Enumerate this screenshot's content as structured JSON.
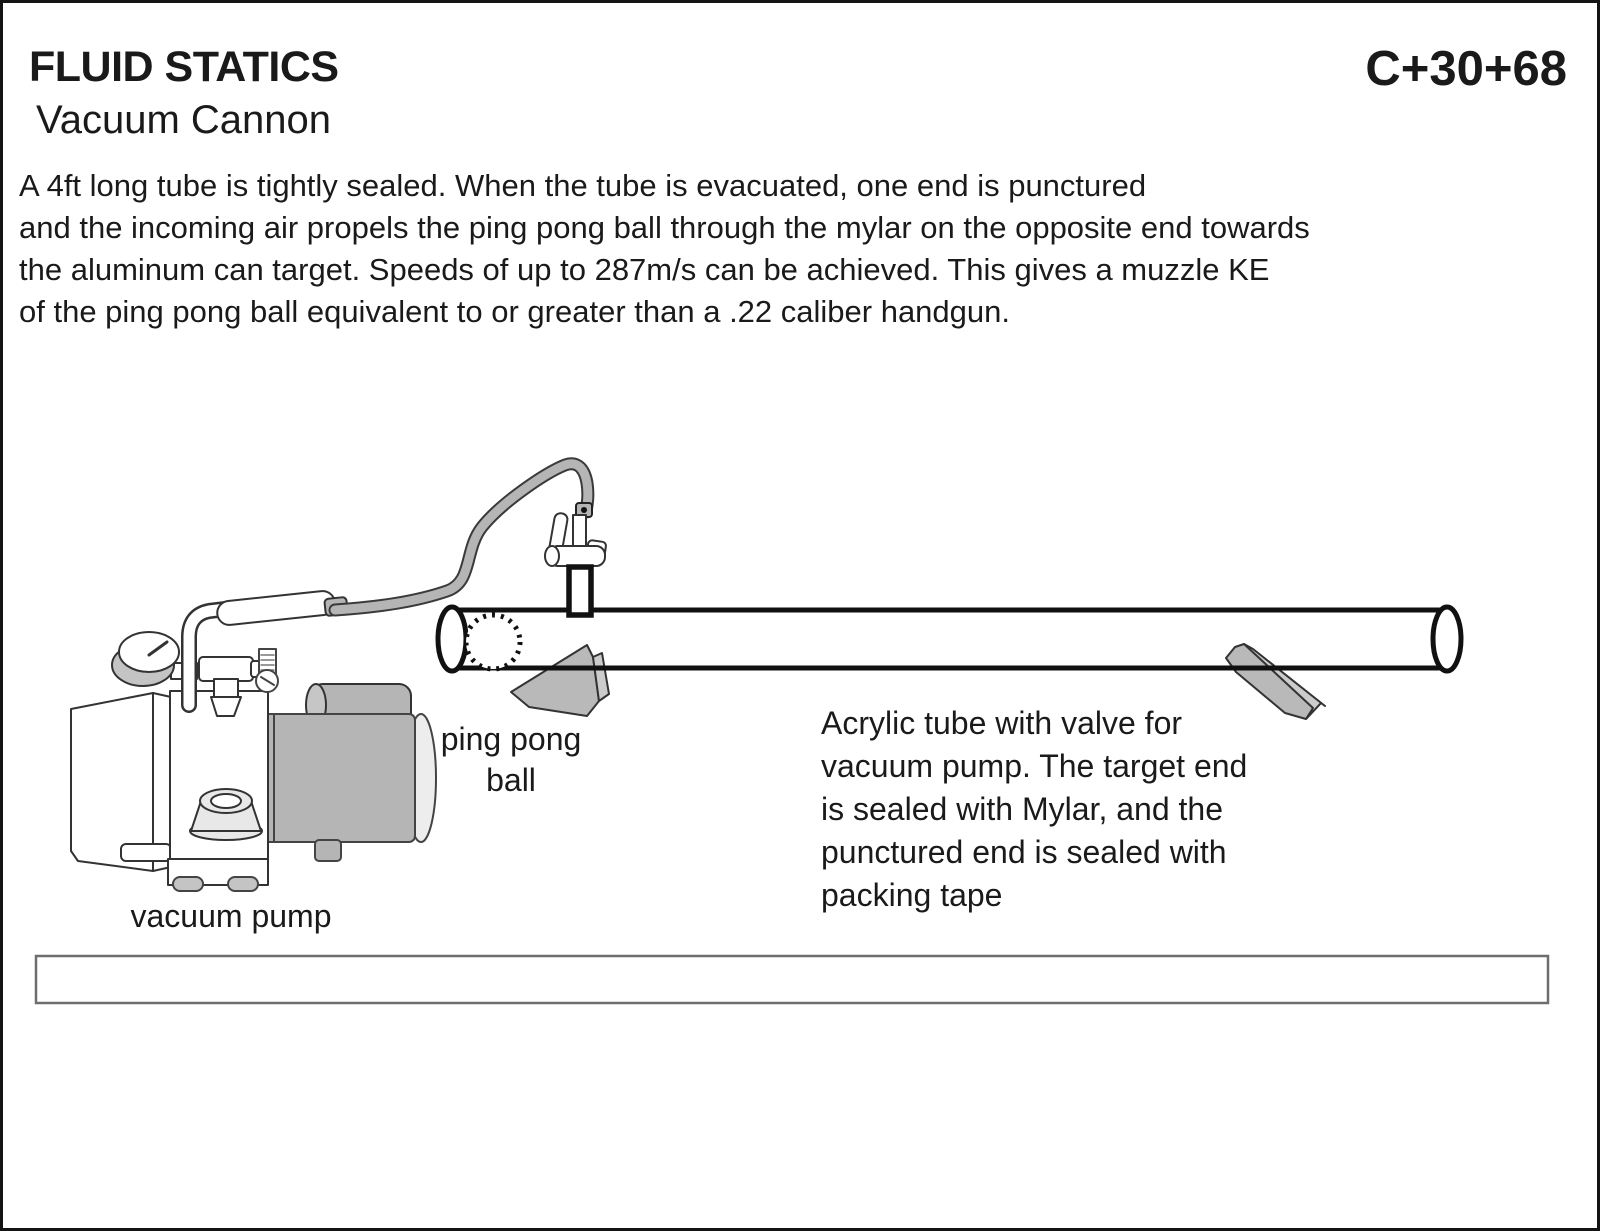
{
  "page": {
    "category": "FLUID STATICS",
    "title": "Vacuum Cannon",
    "code": "C+30+68",
    "description": "A 4ft long tube is tightly sealed. When the tube is evacuated, one end is punctured\nand the incoming air propels the ping pong ball through the mylar on the opposite end towards\nthe aluminum can target. Speeds of up to 287m/s can be achieved. This gives a muzzle KE\nof the ping pong ball equivalent to or greater than a .22 caliber handgun."
  },
  "diagram": {
    "labels": {
      "ping_pong_ball": "ping pong\nball",
      "acrylic_tube": "Acrylic tube with valve for\nvacuum pump. The target end\nis sealed with Mylar, and the\npunctured end is sealed with\npacking tape",
      "vacuum_pump": "vacuum pump"
    },
    "colors": {
      "ink": "#111111",
      "outline": "#333333",
      "hose_gray": "#b5b5b5",
      "support_gray": "#b9b9b9",
      "light_gray": "#e8e8e8",
      "bench_outline": "#6e6e6e"
    }
  }
}
